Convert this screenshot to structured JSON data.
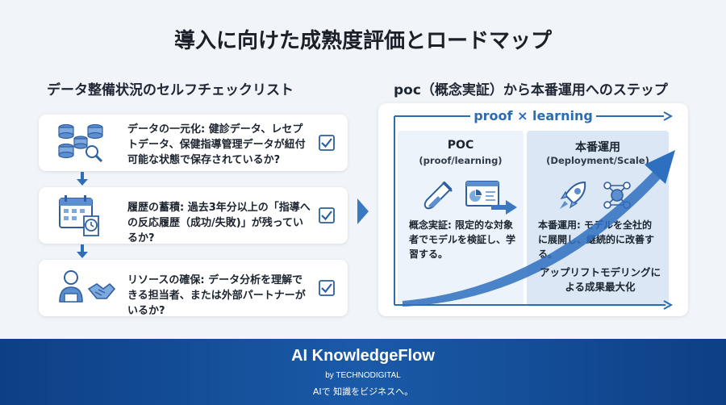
{
  "title": "導入に向けた成熟度評価とロードマップ",
  "checklist": {
    "title": "データ整備状況のセルフチェックリスト",
    "items": [
      {
        "icon": "database-search-icon",
        "text": "データの一元化: 健診データ、レセプトデータ、保健指導管理データが紐付可能な状態で保存されているか?",
        "checked": true
      },
      {
        "icon": "calendar-history-icon",
        "text": "履歴の蓄積: 過去3年分以上の「指導への反応履歴（成功/失敗)」が残っているか?",
        "checked": true
      },
      {
        "icon": "handshake-person-icon",
        "text": "リソースの確保: データ分析を理解できる担当者、または外部パートナーがいるか?",
        "checked": true
      }
    ]
  },
  "roadmap": {
    "title": "poc（概念実証）から本番運用へのステップ",
    "header": "proof × learning",
    "stages": [
      {
        "name": "POC",
        "subtitle": "(proof/learning)",
        "description": "概念実証: 限定的な対象者でモデルを検証し、学習する。"
      },
      {
        "name": "本番運用",
        "subtitle": "(Deployment/Scale)",
        "description": "本番運用: モデルを全社的に展開し、継続的に改善する。"
      }
    ],
    "outcome": "アップリフトモデリングによる成果最大化"
  },
  "footer": {
    "brand": "AI KnowledgeFlow",
    "byline": "by TECHNODIGITAL",
    "tagline": "AIで 知識をビジネスへ。"
  },
  "colors": {
    "accent": "#2b6cb3",
    "footer": "#0d3f85",
    "check": "#2b5f9e"
  }
}
